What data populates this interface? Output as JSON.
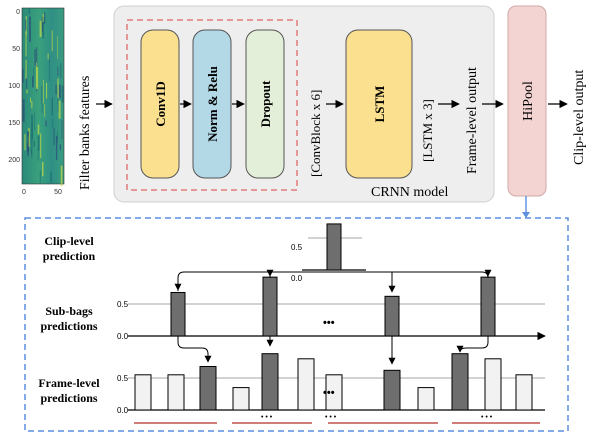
{
  "spectrogram": {
    "y_ticks": [
      "0",
      "50",
      "100",
      "150",
      "200"
    ],
    "x_ticks": [
      "0",
      "50"
    ]
  },
  "top": {
    "filter_banks_label": "Filter banks features",
    "blocks": [
      "Conv1D",
      "Norm & Relu",
      "Dropout"
    ],
    "convblock_label": "[ConvBlock x 6]",
    "lstm_label": "LSTM",
    "lstm_repeat_label": "[LSTM x 3]",
    "crnn_label": "CRNN model",
    "frame_output_label": "Frame-level output",
    "hipool_label": "HiPool",
    "clip_output_label": "Clip-level output"
  },
  "bottom": {
    "clip_title": [
      "Clip-level",
      "prediction"
    ],
    "sub_title": [
      "Sub-bags",
      "predictions"
    ],
    "frame_title": [
      "Frame-level",
      "predictions"
    ],
    "tick_half": "0.5",
    "tick_zero": "0.0",
    "ellipsis": "•••",
    "small_dots": "• • •"
  },
  "chart_data": [
    {
      "type": "bar",
      "series": [
        {
          "values": [
            0.72
          ]
        }
      ],
      "ylim": [
        0,
        1
      ]
    },
    {
      "type": "bar",
      "series": [
        {
          "values": [
            0.68,
            0.92,
            0.62,
            0.92
          ]
        }
      ],
      "ylim": [
        0,
        1
      ]
    },
    {
      "type": "bar",
      "series": [
        {
          "values": [
            0.55,
            0.55,
            0.68,
            0.35,
            0.88,
            0.8,
            0.55,
            0.62,
            0.35,
            0.88,
            0.8,
            0.55
          ]
        }
      ],
      "ylim": [
        0,
        1
      ]
    }
  ],
  "colors": {
    "conv": "#fbe08f",
    "norm": "#b3d9e6",
    "drop": "#e3efd8",
    "lstm": "#fbe08f",
    "hipool": "#f4d4d3",
    "crnn_bg": "#eeeeee",
    "dark_bar": "#6e6e6e",
    "light_bar": "#f2f2f2",
    "dashed_blue": "#5b8fe0",
    "red_line": "#c0504d",
    "red_dash": "#e06666"
  }
}
